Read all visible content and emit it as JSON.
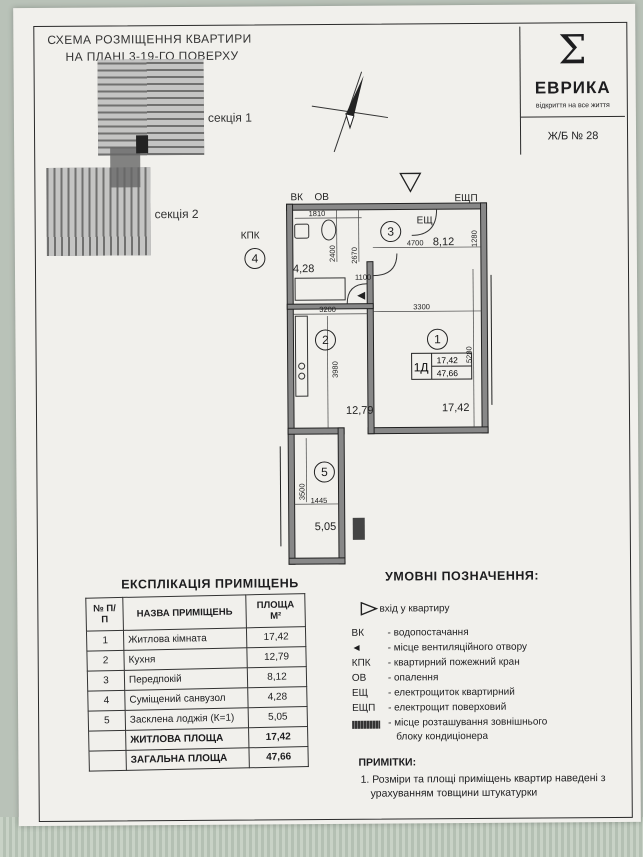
{
  "header": {
    "title_line1": "СХЕМА РОЗМІЩЕННЯ КВАРТИРИ",
    "title_line2": "НА ПЛАНІ 3-19-ГО ПОВЕРХУ"
  },
  "logo": {
    "symbol": "Σ",
    "name": "ЕВРИКА",
    "tagline": "відкриття на все життя",
    "house": "Ж/Б № 28"
  },
  "sections": {
    "section1": "секція 1",
    "section2": "секція 2"
  },
  "plan": {
    "room_numbers": [
      "1",
      "2",
      "3",
      "4",
      "5"
    ],
    "apartment_type": "1Д",
    "apartment_living": "17,42",
    "apartment_total": "47,66",
    "areas": {
      "room1": "17,42",
      "room2": "12,79",
      "room3": "8,12",
      "room4": "4,28",
      "room5": "5,05"
    },
    "labels": {
      "vk": "ВК",
      "ov": "ОВ",
      "kpk": "КПК",
      "eshch": "ЕЩ",
      "eshchp": "ЕЩП"
    },
    "dimensions": {
      "d1810": "1810",
      "d2400": "2400",
      "d2670": "2670",
      "d4700": "4700",
      "d1280": "1280",
      "d1100": "1100",
      "d3200": "3200",
      "d3300": "3300",
      "d3980": "3980",
      "d5280": "5280",
      "d3500": "3500",
      "d1445": "1445"
    }
  },
  "explication": {
    "title": "ЕКСПЛІКАЦІЯ ПРИМІЩЕНЬ",
    "col_no": "№ П/П",
    "col_name": "НАЗВА ПРИМІЩЕНЬ",
    "col_area": "ПЛОЩА М²",
    "rows": [
      {
        "no": "1",
        "name": "Житлова кімната",
        "area": "17,42"
      },
      {
        "no": "2",
        "name": "Кухня",
        "area": "12,79"
      },
      {
        "no": "3",
        "name": "Передпокій",
        "area": "8,12"
      },
      {
        "no": "4",
        "name": "Суміщений санвузол",
        "area": "4,28"
      },
      {
        "no": "5",
        "name": "Засклена лоджія (К=1)",
        "area": "5,05"
      }
    ],
    "living_label": "ЖИТЛОВА ПЛОЩА",
    "living_value": "17,42",
    "total_label": "ЗАГАЛЬНА ПЛОЩА",
    "total_value": "47,66"
  },
  "legend": {
    "title": "УМОВНІ ПОЗНАЧЕННЯ:",
    "entrance": "- вхід у квартиру",
    "items": [
      {
        "key": "ВК",
        "desc": "- водопостачання"
      },
      {
        "key": "◄",
        "desc": "- місце вентиляційного отвору"
      },
      {
        "key": "КПК",
        "desc": "- квартирний пожежний кран"
      },
      {
        "key": "ОВ",
        "desc": "- опалення"
      },
      {
        "key": "ЕЩ",
        "desc": "- електрощиток квартирний"
      },
      {
        "key": "ЕЩП",
        "desc": "- електрощит поверховий"
      }
    ],
    "ac_line1": "- місце розташування зовнішнього",
    "ac_line2": "блоку кондиціонера"
  },
  "notes": {
    "title": "ПРИМІТКИ:",
    "line1": "1. Розміри та площі приміщень квартир наведені з",
    "line2": "урахуванням товщини штукатурки"
  }
}
